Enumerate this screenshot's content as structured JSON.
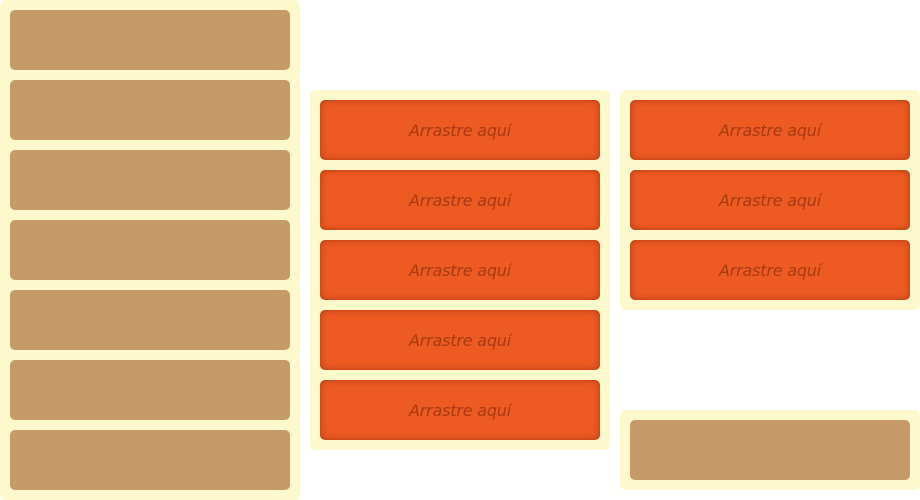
{
  "source_items": [
    "",
    "",
    "",
    "",
    "",
    "",
    ""
  ],
  "target_column_1": {
    "slots": [
      {
        "label": "Arrastre aquí"
      },
      {
        "label": "Arrastre aquí"
      },
      {
        "label": "Arrastre aquí"
      },
      {
        "label": "Arrastre aquí"
      },
      {
        "label": "Arrastre aquí"
      }
    ]
  },
  "target_column_2": {
    "slots": [
      {
        "label": "Arrastre aquí"
      },
      {
        "label": "Arrastre aquí"
      },
      {
        "label": "Arrastre aquí"
      }
    ]
  },
  "secondary_source_items": [
    ""
  ],
  "colors": {
    "panel_background": "#fef9cc",
    "draggable_item": "#c69a68",
    "drop_slot": "#ed5a22",
    "drop_slot_text": "#a83a12"
  }
}
